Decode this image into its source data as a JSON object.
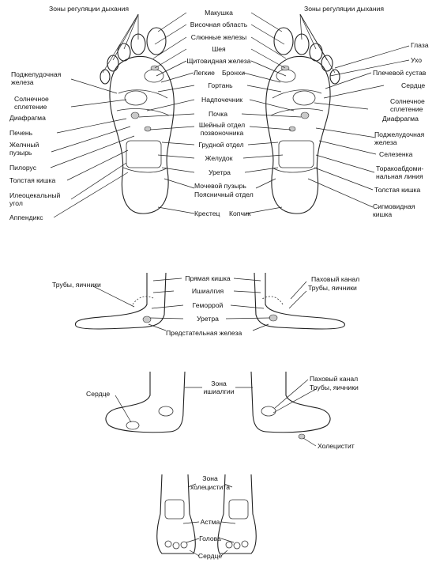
{
  "soles": {
    "left_header": "Зоны регуляции дыхания",
    "right_header": "Зоны регуляции дыхания",
    "center": [
      "Макушка",
      "Височная область",
      "Слюнные железы",
      "Шея",
      "Щитовидная железа",
      "Легкие",
      "Бронхи",
      "Гортань",
      "Надпочечник",
      "Почка",
      "Шейный отдел",
      "позвоночника",
      "Грудной отдел",
      "Желудок",
      "Уретра",
      "Мочевой пузырь",
      "Поясничный отдел",
      "Крестец",
      "Копчик"
    ],
    "left": [
      "Поджелудочная",
      "железа",
      "Солнечное",
      "сплетение",
      "Диафрагма",
      "Печень",
      "Желчный",
      "пузырь",
      "Пилорус",
      "Толстая кишка",
      "Илеоцекальный",
      "угол",
      "Аппендикс"
    ],
    "right": [
      "Глаза",
      "Ухо",
      "Плечевой сустав",
      "Сердце",
      "Солнечное",
      "сплетение",
      "Диафрагма",
      "Поджелудочная",
      "железа",
      "Селезенка",
      "Торакоабдоми-",
      "нальная линия",
      "Толстая кишка",
      "Сигмовидная",
      "кишка"
    ]
  },
  "inner_side": {
    "center": [
      "Прямая кишка",
      "Ишиалгия",
      "Геморрой",
      "Уретра",
      "Предстательная железа"
    ],
    "left": [
      "Трубы, яичники"
    ],
    "right": [
      "Паховый канал",
      "Трубы, яичники"
    ]
  },
  "outer_side": {
    "left": [
      "Сердце"
    ],
    "center": [
      "Зона",
      "ишиалгии"
    ],
    "right": [
      "Паховый канал",
      "Трубы, яичники",
      "Холецистит"
    ]
  },
  "top_view": {
    "labels": [
      "Зона",
      "холецистита",
      "Астма",
      "Голова",
      "Сердце"
    ]
  }
}
